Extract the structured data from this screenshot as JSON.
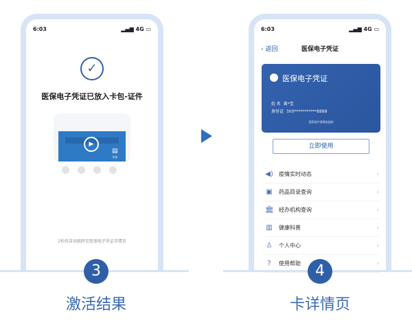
{
  "status": {
    "time": "6:03",
    "network": "4G"
  },
  "step3": {
    "number": "3",
    "caption": "激活结果",
    "title": "医保电子凭证已放入卡包-证件",
    "card_tab_label": "卡包",
    "redirect_text": "2秒后自动跳转至医保电子凭证详情页"
  },
  "step4": {
    "number": "4",
    "caption": "卡详情页",
    "back_label": "返回",
    "page_title": "医保电子凭证",
    "card": {
      "title": "医保电子凭证",
      "name_label": "姓 名",
      "name_value": "黄*宝",
      "id_label": "身份证",
      "id_value": "300***********8888",
      "issuer": "国家医疗保障局监制"
    },
    "use_button": "立即使用",
    "menu": [
      {
        "icon": "speaker-icon",
        "label": "疫情实时动态"
      },
      {
        "icon": "drug-icon",
        "label": "药品目录查询"
      },
      {
        "icon": "institution-icon",
        "label": "经办机构查询"
      },
      {
        "icon": "health-icon",
        "label": "健康科普"
      },
      {
        "icon": "person-icon",
        "label": "个人中心"
      },
      {
        "icon": "help-icon",
        "label": "使用帮助"
      }
    ]
  },
  "colors": {
    "accent": "#2e5fa7",
    "frame": "#d6e4f5",
    "card": "#2f5ba8"
  }
}
